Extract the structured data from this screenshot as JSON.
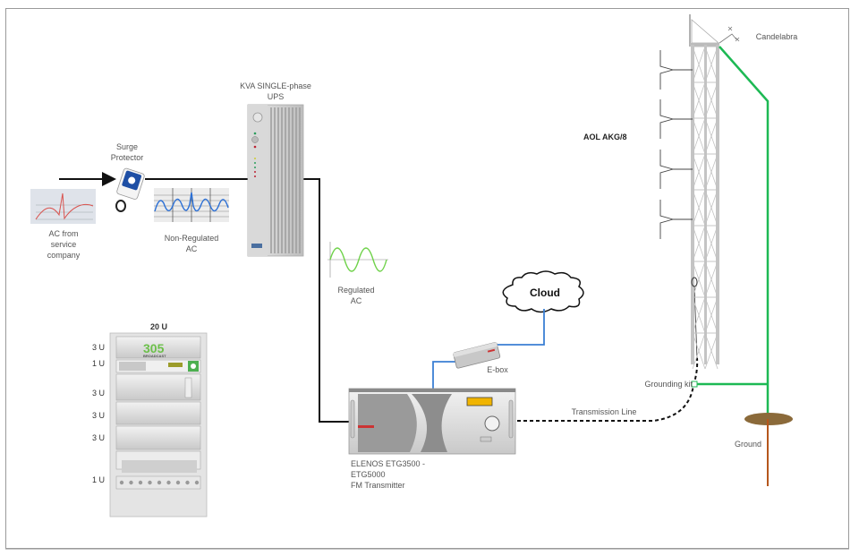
{
  "diagram": {
    "title": "FM Transmitter Site Power and RF Chain",
    "labels": {
      "ac_source": "AC from\nservice\ncompany",
      "surge_protector": "Surge\nProtector",
      "non_regulated_ac": "Non-Regulated\nAC",
      "ups": "KVA SINGLE-phase\nUPS",
      "regulated_ac": "Regulated\nAC",
      "cloud": "Cloud",
      "ebox": "E-box",
      "transmitter": "ELENOS ETG3500 - ETG5000\nFM Transmitter",
      "transmission_line": "Transmission Line",
      "grounding_kit": "Grounding kit",
      "ground": "Ground",
      "candelabra": "Candelabra",
      "antenna": "AOL AKG/8"
    },
    "rack": {
      "title": "20 U",
      "units": [
        "3 U",
        "1 U",
        "3 U",
        "3 U",
        "3 U",
        "1 U"
      ],
      "brand_text": "305",
      "brand_sub": "BROADCAST",
      "transmitter_brand": "ELENOS"
    },
    "colors": {
      "power_line": "#111111",
      "data_line": "#3b7fd4",
      "ground_line": "#1db954",
      "earth_rod": "#b5561c",
      "earth_disc": "#8b6a3a",
      "regulated_wave": "#6fd24a",
      "nonregulated_wave": "#2a6fd6",
      "ac_wave": "#d9534f"
    }
  }
}
